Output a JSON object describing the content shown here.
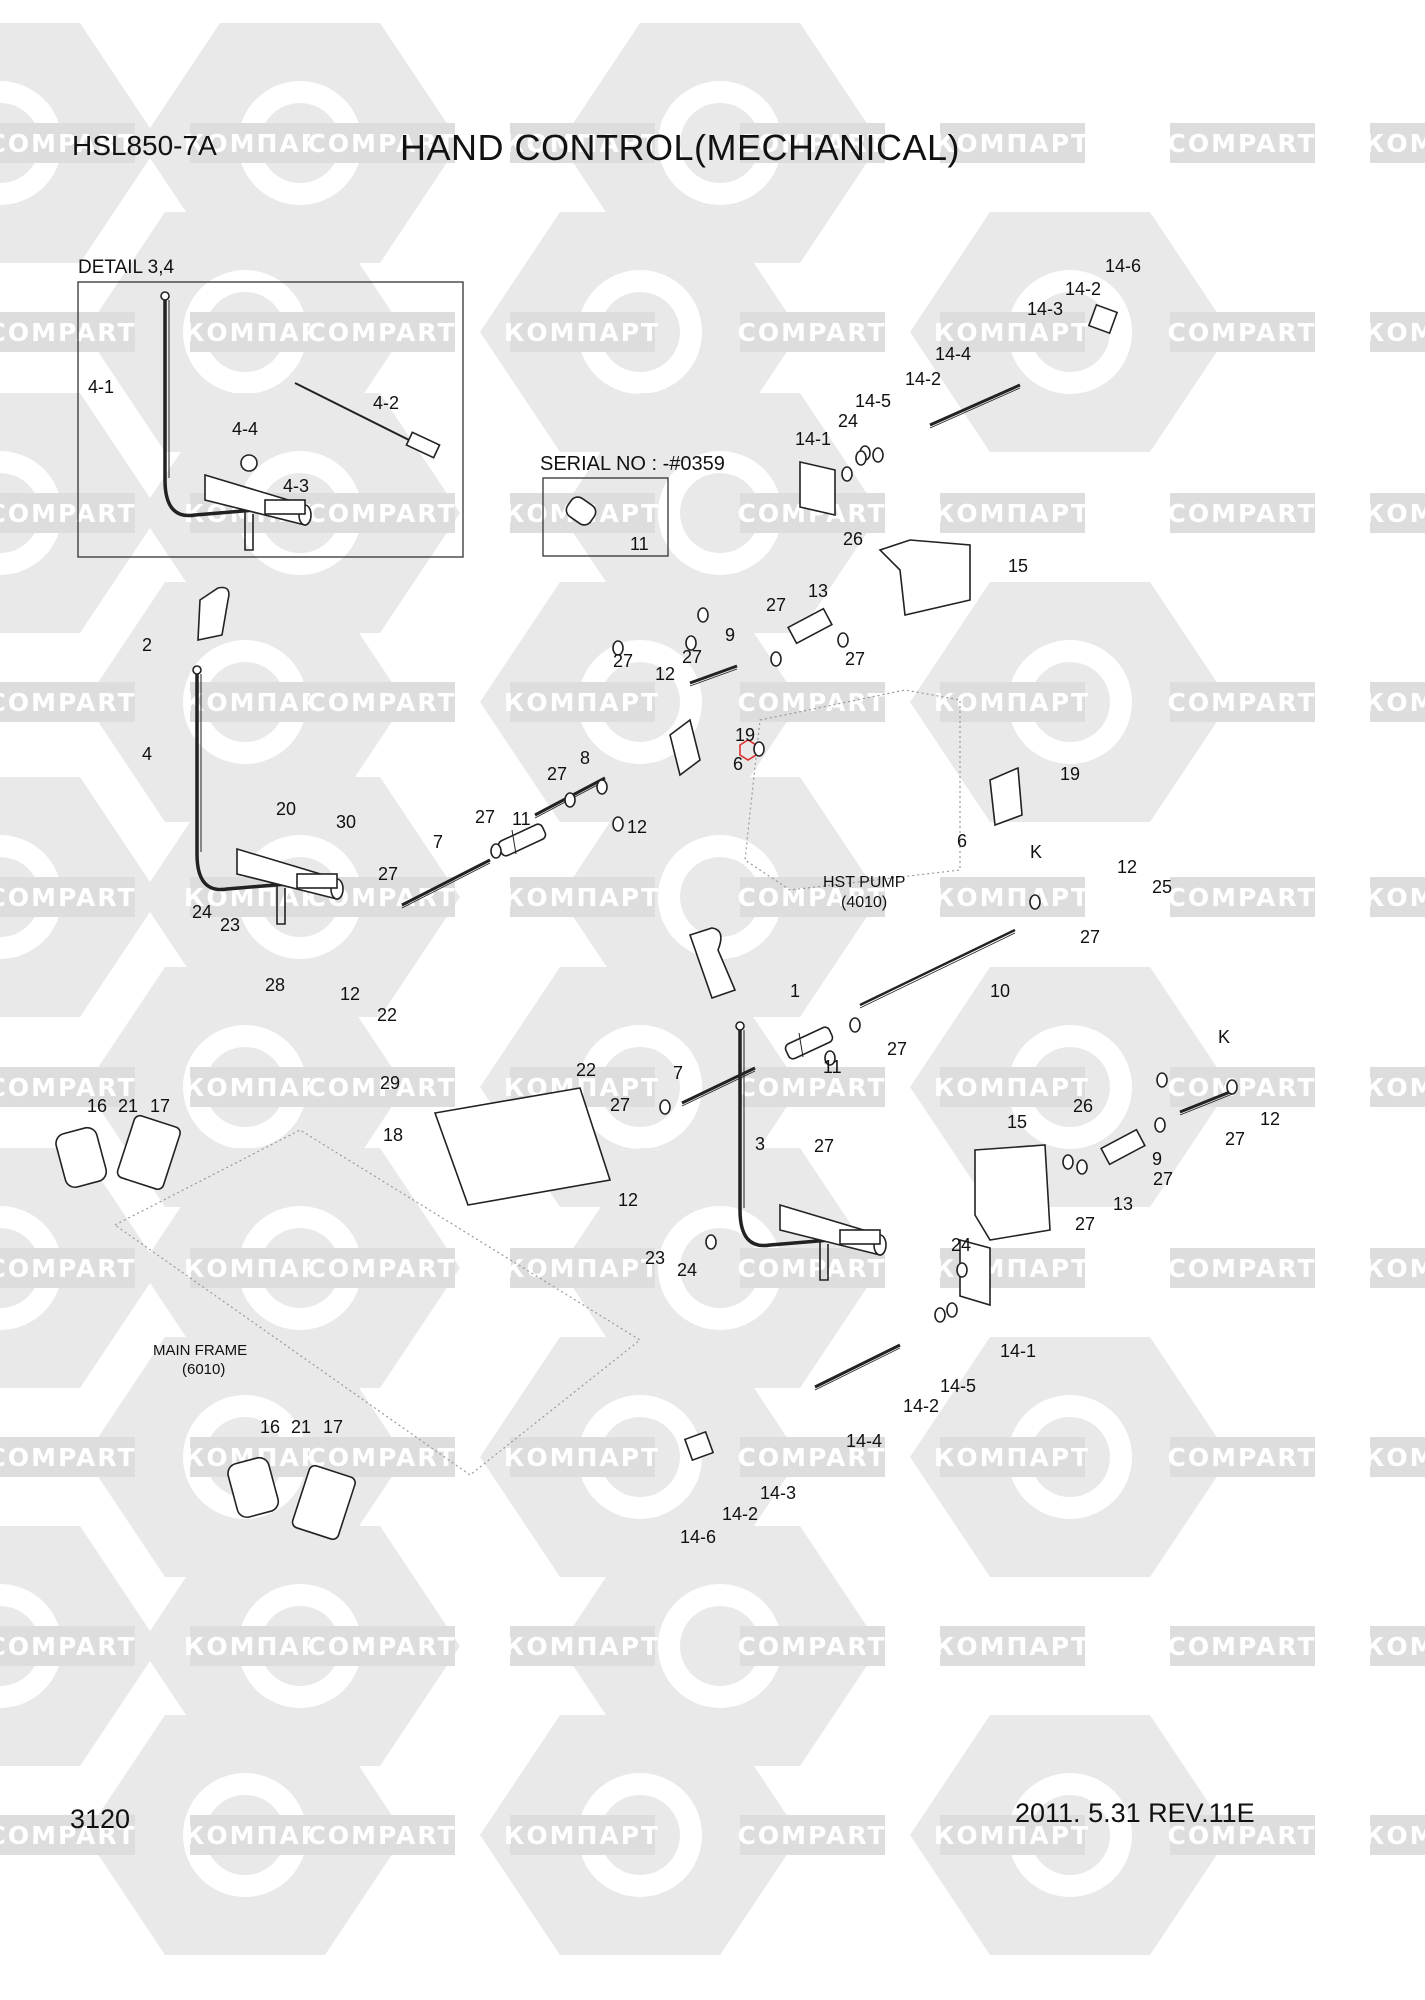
{
  "header": {
    "model": "HSL850-7A",
    "title": "HAND CONTROL(MECHANICAL)"
  },
  "footer": {
    "page": "3120",
    "revision": "2011. 5.31 REV.11E"
  },
  "notes": {
    "detail": "DETAIL 3,4",
    "serial": "SERIAL NO : -#0359",
    "hst_pump": "HST PUMP",
    "hst_pump_ref": "(4010)",
    "main_frame": "MAIN FRAME",
    "main_frame_ref": "(6010)"
  },
  "watermark": {
    "text_latin": "COMPART",
    "text_cyrillic": "КОМПАРТ",
    "color": "#dddddd"
  },
  "highlight_color": "#e03030",
  "callouts": [
    "14-6",
    "14-2",
    "14-3",
    "14-4",
    "14-2",
    "14-5",
    "24",
    "14-1",
    "4-1",
    "4-2",
    "4-4",
    "4-3",
    "11",
    "26",
    "15",
    "27",
    "13",
    "9",
    "27",
    "12",
    "27",
    "27",
    "19",
    "6",
    "2",
    "4",
    "8",
    "27",
    "11",
    "27",
    "7",
    "12",
    "19",
    "6",
    "K",
    "12",
    "25",
    "27",
    "20",
    "30",
    "24",
    "23",
    "27",
    "28",
    "12",
    "22",
    "1",
    "10",
    "27",
    "11",
    "22",
    "7",
    "27",
    "27",
    "3",
    "12",
    "29",
    "18",
    "16",
    "21",
    "17",
    "K",
    "12",
    "27",
    "26",
    "15",
    "9",
    "27",
    "13",
    "27",
    "24",
    "14-1",
    "14-5",
    "14-2",
    "23",
    "24",
    "14-4",
    "14-3",
    "14-2",
    "14-6",
    "16",
    "21",
    "17"
  ]
}
